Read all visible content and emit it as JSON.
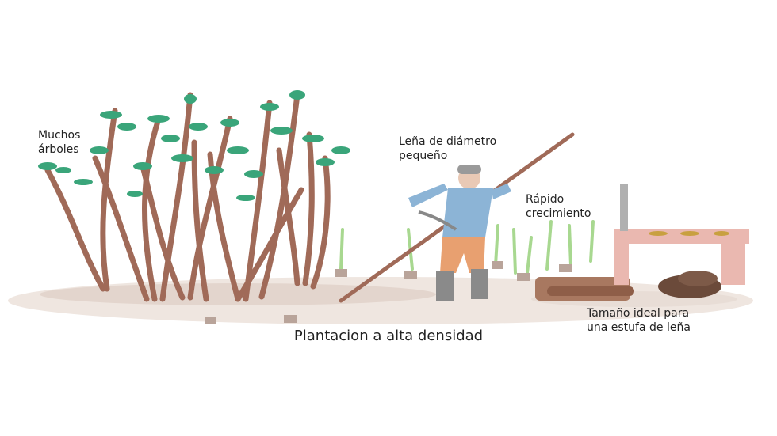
{
  "labels": {
    "many_trees_1": "Muchos",
    "many_trees_2": "árboles",
    "small_wood_1": "Leña de diámetro",
    "small_wood_2": "pequeño",
    "fast_growth_1": "Rápido",
    "fast_growth_2": "crecimiento",
    "ideal_size_1": "Tamaño ideal para",
    "ideal_size_2": "una estufa de leña"
  },
  "caption": "Plantacion a alta densidad",
  "colors": {
    "leaf": "#3aa57a",
    "trunk": "#a06a58",
    "ground": "#d9c9c0",
    "shirt": "#8cb4d6",
    "pants": "#e8a070",
    "boots": "#8a8a8a",
    "stove": "#eab8b0",
    "sprout": "#a8d890"
  },
  "icons": [
    "trees-illustration",
    "worker-figure",
    "sprouts",
    "firewood-pile",
    "stove",
    "charcoal-pile"
  ]
}
